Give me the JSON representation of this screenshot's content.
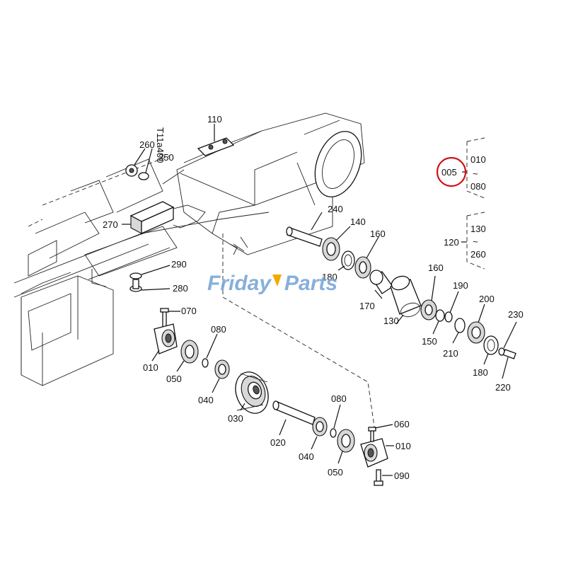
{
  "watermark": {
    "text_a": "Friday",
    "text_b": "Parts",
    "color": "#7ba7d6"
  },
  "highlight_color": "#d0121b",
  "callouts": {
    "c110": "110",
    "c260": "260",
    "c250": "250",
    "c270": "270",
    "c290": "290",
    "c280": "280",
    "c240": "240",
    "c140": "140",
    "c160a": "160",
    "c180a": "180",
    "c170": "170",
    "c130": "130",
    "c160b": "160",
    "c190": "190",
    "c200": "200",
    "c230": "230",
    "c150": "150",
    "c210": "210",
    "c180b": "180",
    "c220": "220",
    "c070": "070",
    "c080a": "080",
    "c010a": "010",
    "c050a": "050",
    "c040a": "040",
    "c030": "030",
    "c020": "020",
    "c080b": "080",
    "c060": "060",
    "c010b": "010",
    "c040b": "040",
    "c050b": "050",
    "c090": "090"
  },
  "assembly_legend": {
    "group_a": {
      "ref": "005",
      "from": "010",
      "tilde": "~",
      "to": "080"
    },
    "group_b": {
      "ref": "120",
      "from": "130",
      "tilde": "~",
      "to": "260"
    }
  },
  "frame_marking": "T11a400"
}
